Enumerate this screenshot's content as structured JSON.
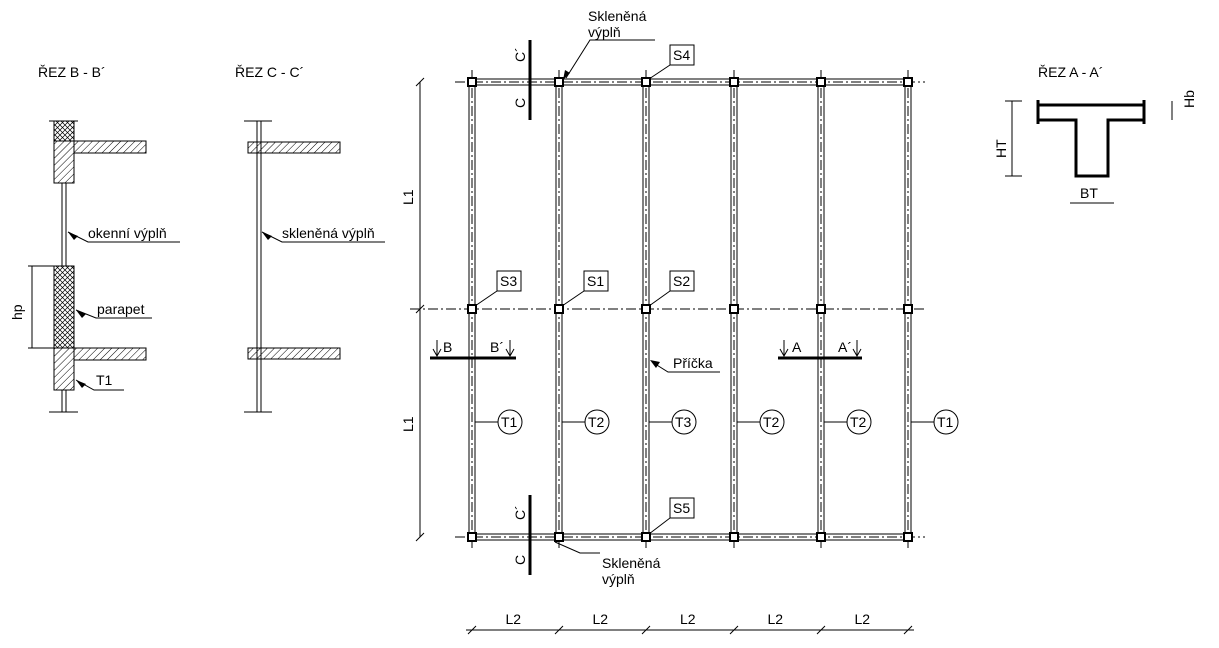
{
  "sections": {
    "bb": {
      "title": "ŘEZ B - B´",
      "labels": {
        "window": "okenní výplň",
        "parapet": "parapet",
        "beam": "T1",
        "hp": "hp"
      }
    },
    "cc": {
      "title": "ŘEZ C - C´",
      "labels": {
        "glass": "skleněná výplň"
      }
    },
    "aa": {
      "title": "ŘEZ A - A´",
      "labels": {
        "ht": "HT",
        "hb": "Hb",
        "bt": "BT"
      }
    }
  },
  "plan": {
    "glass_top": [
      "Skleněná",
      "výplň"
    ],
    "glass_bottom": [
      "Skleněná",
      "výplň"
    ],
    "partition": "Příčka",
    "columns": [
      "S3",
      "S1",
      "S2",
      "S4",
      "S5"
    ],
    "beams": [
      "T1",
      "T2",
      "T3",
      "T2",
      "T2",
      "T1"
    ],
    "dims": {
      "l1": [
        "L1",
        "L1"
      ],
      "l2": [
        "L2",
        "L2",
        "L2",
        "L2",
        "L2"
      ]
    },
    "cuts": {
      "c": "C",
      "c2": "C´",
      "b": "B",
      "b2": "B´",
      "a": "A",
      "a2": "A´"
    }
  }
}
